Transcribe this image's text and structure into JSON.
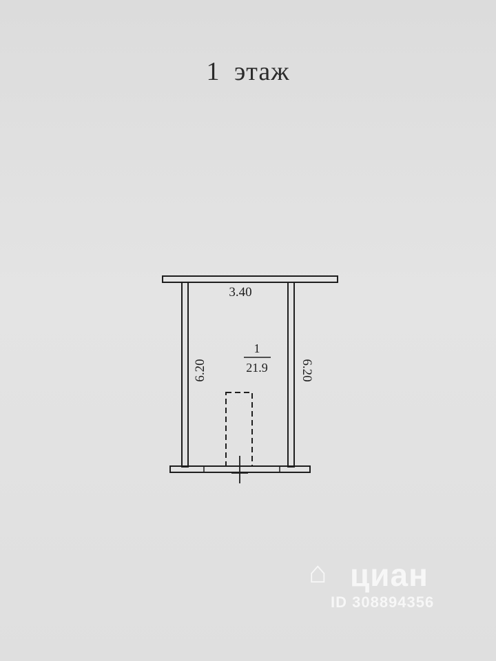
{
  "title": "1  этаж",
  "plan": {
    "width_label": "3.40",
    "left_height_label": "6.20",
    "right_height_label": "6.20",
    "room_number": "1",
    "room_area": "21.9"
  },
  "watermark": {
    "brand": "циан",
    "id_text": "ID 308894356",
    "logo_icon": "cian-house-icon"
  },
  "colors": {
    "background": "#dfdfdf",
    "lines": "#1e1e1e",
    "watermark": "#ffffff"
  }
}
